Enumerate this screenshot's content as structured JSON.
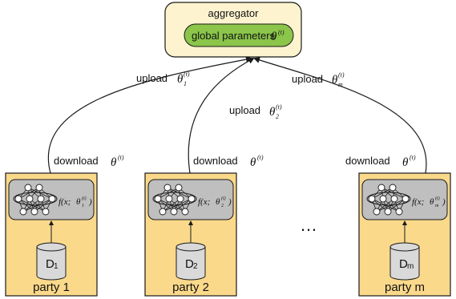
{
  "aggregator": {
    "title": "aggregator",
    "params_label": "global parameters",
    "theta_symbol": "θ",
    "theta_sup": "(t)"
  },
  "upload_label": "upload",
  "download_label": "download",
  "ellipsis": "…",
  "f_prefix": "f(x;",
  "colors": {
    "aggregator_fill": "#fdf3cf",
    "params_fill": "#8bc54a",
    "party_fill": "#fbd98b",
    "model_fill": "#bfbfbf",
    "db_fill": "#d9d9d9",
    "stroke": "#1a1a1a"
  },
  "parties": [
    {
      "db_main": "D",
      "db_sub": "1",
      "label": "party 1",
      "theta_sub": "1",
      "upload_sub": "1"
    },
    {
      "db_main": "D",
      "db_sub": "2",
      "label": "party 2",
      "theta_sub": "2",
      "upload_sub": "2"
    },
    {
      "db_main": "D",
      "db_sub": "m",
      "label": "party m",
      "theta_sub": "m",
      "upload_sub": "m"
    }
  ]
}
